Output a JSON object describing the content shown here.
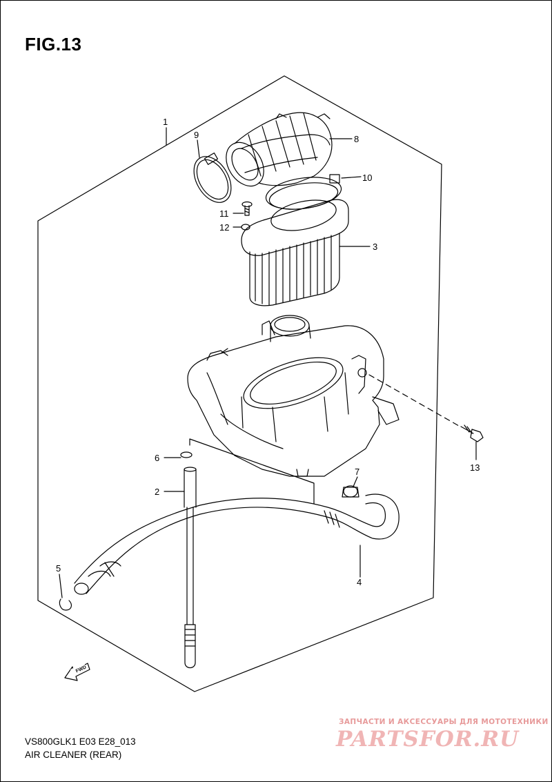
{
  "figure": {
    "title": "FIG.13",
    "model_code": "VS800GLK1 E03 E28_013",
    "caption": "AIR CLEANER (REAR)"
  },
  "callouts": {
    "c1": "1",
    "c2": "2",
    "c3": "3",
    "c4": "4",
    "c5": "5",
    "c6": "6",
    "c7": "7",
    "c8": "8",
    "c9": "9",
    "c10": "10",
    "c11": "11",
    "c12": "12",
    "c13": "13"
  },
  "fwd_label": "FWD",
  "watermark": {
    "tagline": "ЗАПЧАСТИ И АКСЕССУАРЫ ДЛЯ МОТОТЕХНИКИ",
    "logo_text": "PARTSFOR.RU",
    "color": "#e79a9a"
  },
  "colors": {
    "line": "#000000",
    "background": "#ffffff"
  }
}
